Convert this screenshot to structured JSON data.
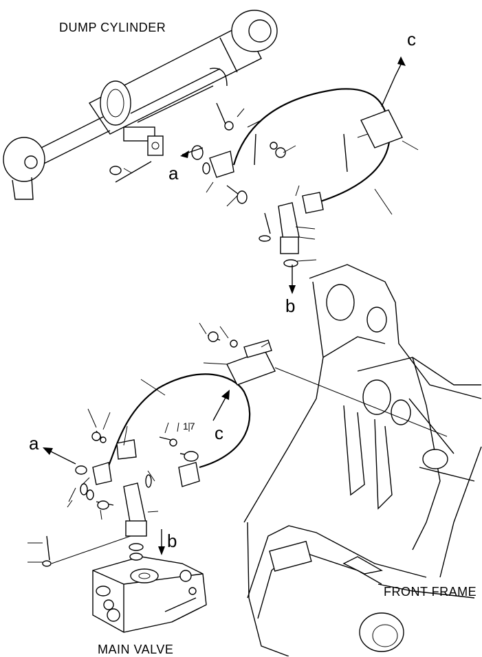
{
  "labels": {
    "dump_cylinder": "DUMP CYLINDER",
    "front_frame": "FRONT FRAME",
    "main_valve": "MAIN VALVE",
    "callout_17": "17"
  },
  "arrow_labels": {
    "a_top": "a",
    "a_bottom": "a",
    "b_top": "b",
    "b_bottom": "b",
    "c_top": "c",
    "c_bottom": "c"
  }
}
